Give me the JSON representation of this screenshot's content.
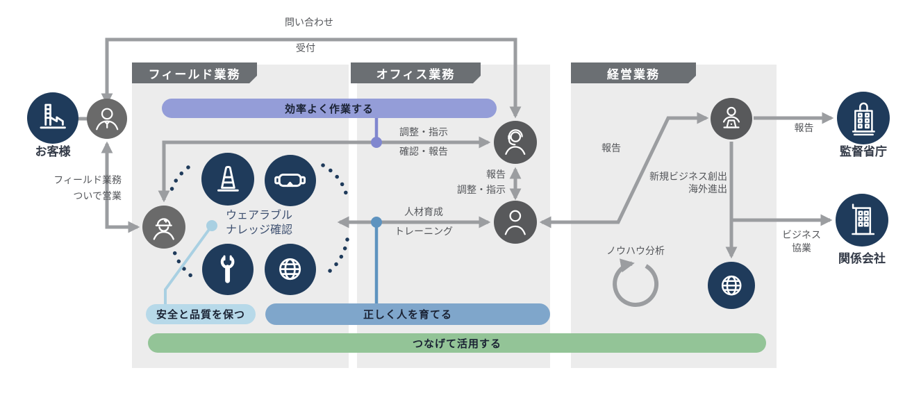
{
  "diagram": {
    "sections": {
      "field": "フィールド業務",
      "office": "オフィス業務",
      "management": "経営業務"
    },
    "bars": {
      "efficiency": "効率よく作業する",
      "safety": "安全と品質を保つ",
      "people": "正しく人を育てる",
      "connect": "つなげて活用する"
    },
    "nodes": {
      "customer": "お客様",
      "ministry": "監督省庁",
      "partner": "関係会社",
      "wearable_line1": "ウェアラブル",
      "wearable_line2": "ナレッジ確認",
      "knowhow_analysis": "ノウハウ分析"
    },
    "edges": {
      "inquiry": "問い合わせ",
      "reception": "受付",
      "field_work": "フィールド業務",
      "side_sales": "ついで営業",
      "adjust_instruct": "調整・指示",
      "confirm_report": "確認・報告",
      "report_office": "報告",
      "adjust_instruct2": "調整・指示",
      "hr_development": "人材育成",
      "training": "トレーニング",
      "report_mgmt": "報告",
      "new_business": "新規ビジネス創出",
      "overseas": "海外進出",
      "report_ministry": "報告",
      "business": "ビジネス",
      "collaboration": "協業"
    },
    "colors": {
      "navy": "#1f3b5b",
      "person_gray": "#6a6a6a",
      "person_dark_gray": "#58595b",
      "arrow_gray": "#9b9da0",
      "panel_gray": "#ececec",
      "tab_gray": "#6b6f73",
      "purple_bar": "#949dd8",
      "steel_blue_bar": "#7fa6cb",
      "light_blue_bar": "#b7d9e9",
      "green_bar": "#93c497",
      "purple_dot": "#8087cf",
      "blue_dot": "#5e93bf",
      "light_blue_line": "#a9d0e2"
    }
  }
}
